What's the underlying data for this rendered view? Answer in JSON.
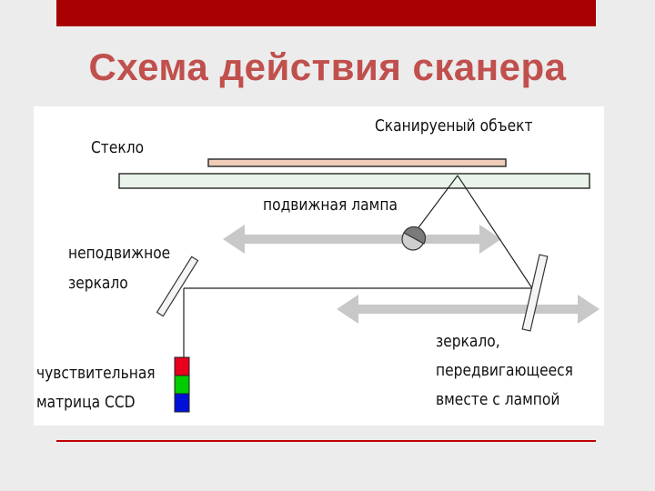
{
  "slide": {
    "title": "Схема действия сканера",
    "accent_color": "#a80000",
    "title_color": "#c0504d"
  },
  "diagram": {
    "labels": {
      "glass": "Стекло",
      "scanned_object": "Сканируеный объект",
      "moving_lamp": "подвижная лампа",
      "fixed_mirror_line1": "неподвижное",
      "fixed_mirror_line2": "зеркало",
      "ccd_line1": "чувствительная",
      "ccd_line2": "матрица CCD",
      "moving_mirror_line1": "зеркало,",
      "moving_mirror_line2": "передвигающееся",
      "moving_mirror_line3": "вместе с лампой"
    },
    "ccd_colors": [
      "#e8001c",
      "#00cc00",
      "#0010d8"
    ],
    "arrow_color": "#c8c8c8"
  }
}
